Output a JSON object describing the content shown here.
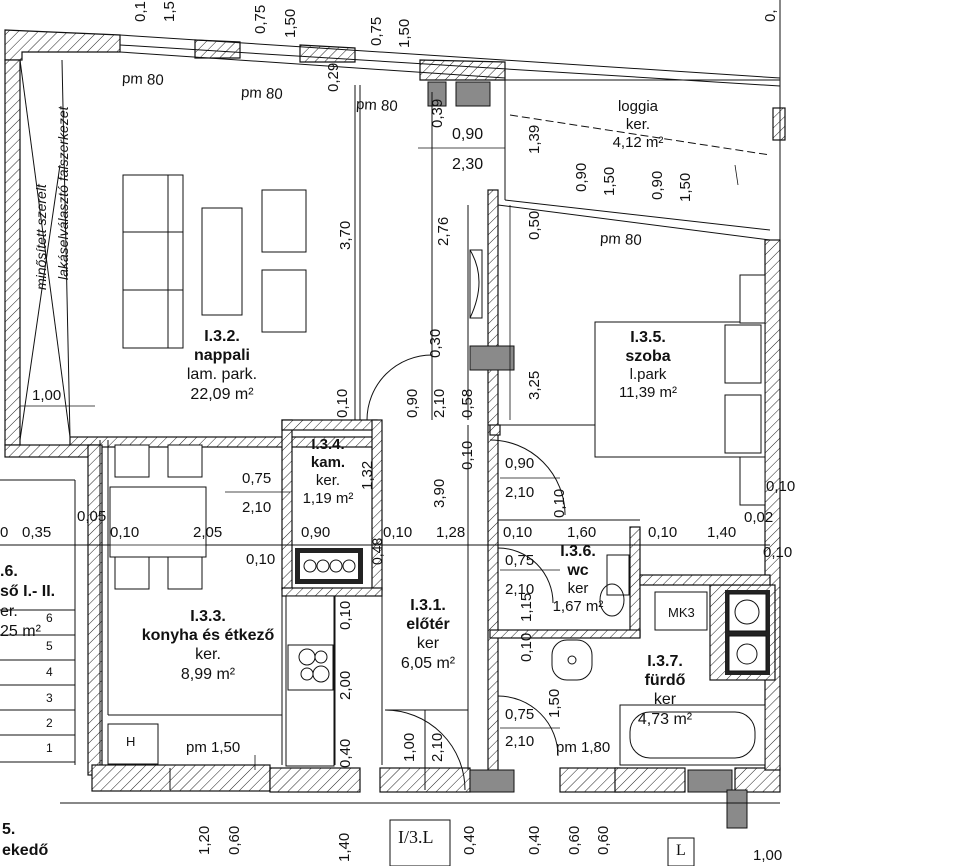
{
  "rooms": {
    "nappali": {
      "code": "I.3.2.",
      "name": "nappali",
      "floor": "lam. park.",
      "area": "22,09 m²"
    },
    "szoba": {
      "code": "I.3.5.",
      "name": "szoba",
      "floor": "l.park",
      "area": "11,39 m²"
    },
    "kamra": {
      "code": "I.3.4.",
      "name": "kam.",
      "floor": "ker.",
      "area": "1,19 m²"
    },
    "konyha": {
      "code": "I.3.3.",
      "name": "konyha és étkező",
      "floor": "ker.",
      "area": "8,99 m²"
    },
    "eloter": {
      "code": "I.3.1.",
      "name": "előtér",
      "floor": "ker",
      "area": "6,05 m²"
    },
    "wc": {
      "code": "I.3.6.",
      "name": "wc",
      "floor": "ker",
      "area": "1,67 m²"
    },
    "furdo": {
      "code": "I.3.7.",
      "name": "fürdő",
      "floor": "ker",
      "area": "4,73 m²"
    },
    "loggia": {
      "name": "loggia",
      "floor": "ker.",
      "area": "4,12 m²"
    },
    "stair_partial": {
      "code": ".6.",
      "name": "ső I.- II.",
      "floor": "er.",
      "area": "25 m²"
    },
    "bottom_partial": {
      "code": "5.",
      "name": "ekedő"
    }
  },
  "wall_notes": {
    "line1": "minősített szerelt",
    "line2": "lakáselválasztó falszerkezet"
  },
  "parapets": [
    "pm 80",
    "pm 80",
    "pm 80",
    "pm 80",
    "pm 1,50",
    "pm 1,80"
  ],
  "stair_steps": [
    "6",
    "5",
    "4",
    "3",
    "2",
    "1"
  ],
  "fixture_labels": {
    "mk": "MK3",
    "h": "H",
    "unit": "I/3.L",
    "partial_l": "L"
  },
  "dims": {
    "horizontal": [
      "0,90",
      "2,30",
      "0,75",
      "2,10",
      "0,90",
      "2,10",
      "0,75",
      "2,10",
      "0,75",
      "2,10",
      "1,00",
      "0",
      "0,35",
      "0,05",
      "0,10",
      "2,05",
      "0,90",
      "0,10",
      "1,28",
      "0,10",
      "1,60",
      "0,10",
      "1,40",
      "0,02",
      "0,10",
      "0,10",
      "0,10"
    ],
    "vertical": [
      "0,75",
      "1,50",
      "0,75",
      "1,50",
      "0,29",
      "0,39",
      "1,39",
      "0,90",
      "1,50",
      "0,90",
      "1,50",
      "0,50",
      "3,70",
      "2,76",
      "3,25",
      "0,30",
      "0,90",
      "2,10",
      "0,58",
      "0,10",
      "0,10",
      "1,32",
      "3,90",
      "0,10",
      "0,48",
      "0,10",
      "2,00",
      "0,40",
      "1,15",
      "0,10",
      "1,50",
      "1,00",
      "2,10",
      "1,20",
      "0,60",
      "1,40",
      "0,40",
      "0,40",
      "0,60",
      "0,60",
      "0,1",
      "1,5",
      "0,",
      "1,00"
    ]
  }
}
